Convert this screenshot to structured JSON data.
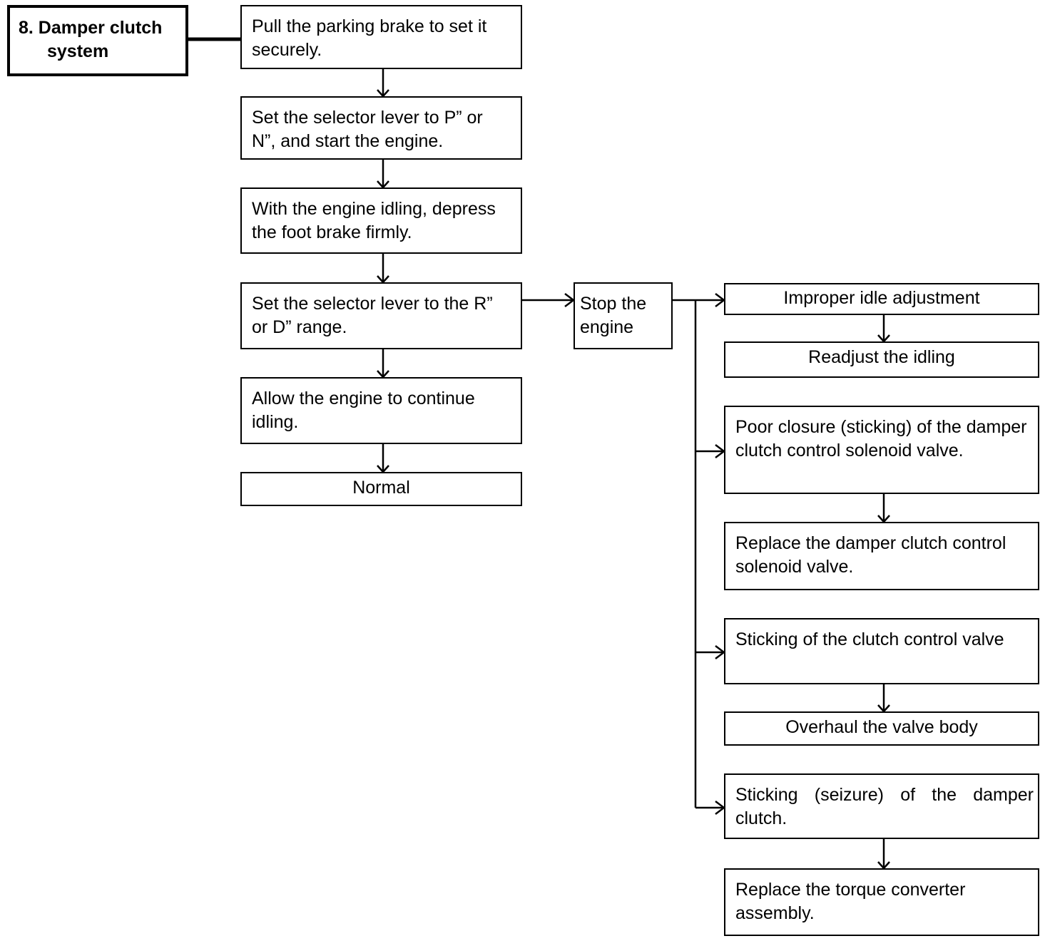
{
  "title": {
    "line1": "8. Damper clutch",
    "line2": "system"
  },
  "steps": {
    "s1": "Pull the parking brake to set it securely.",
    "s2": "Set the selector lever to P” or N”, and start the engine.",
    "s3": "With the engine idling, depress the foot brake firmly.",
    "s4": "Set the selector lever to the R” or D” range.",
    "s5": "Allow the engine to continue idling.",
    "s6": "Normal"
  },
  "stop": "Stop the engine",
  "causes": [
    {
      "cause": "Improper idle adjustment",
      "remedy": "Readjust the idling"
    },
    {
      "cause": "Poor closure (sticking) of the damper clutch control solenoid valve.",
      "remedy": "Replace the damper clutch control solenoid valve."
    },
    {
      "cause": "Sticking of the clutch control valve",
      "remedy": "Overhaul the valve body"
    },
    {
      "cause": "Sticking (seizure) of the damper clutch.",
      "remedy": "Replace the torque converter assembly."
    }
  ]
}
